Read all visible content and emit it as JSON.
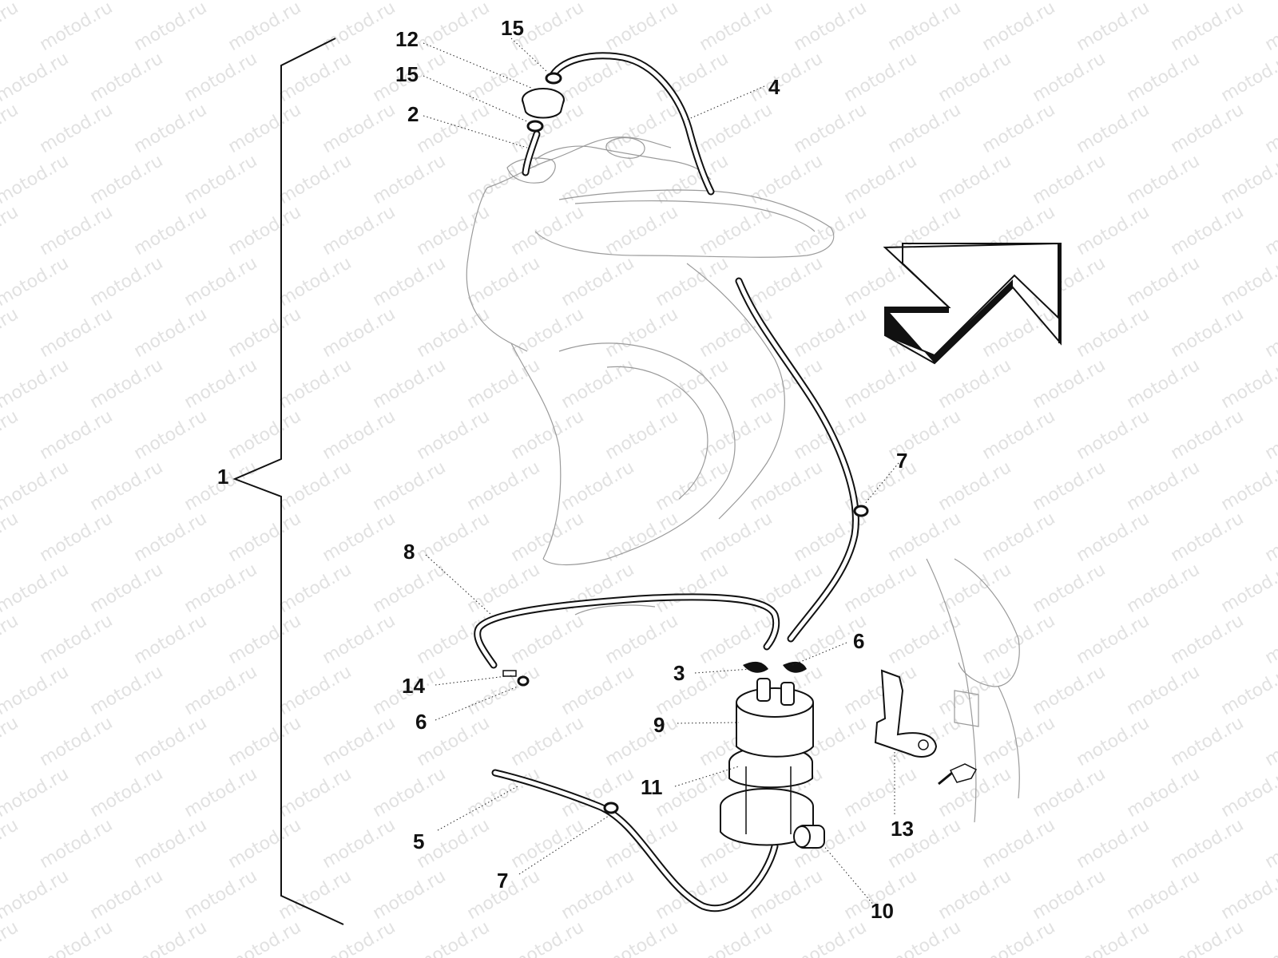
{
  "watermark": "motod.ru",
  "callouts": [
    {
      "id": "c12",
      "text": "12"
    },
    {
      "id": "c15a",
      "text": "15"
    },
    {
      "id": "c15b",
      "text": "15"
    },
    {
      "id": "c2",
      "text": "2"
    },
    {
      "id": "c4",
      "text": "4"
    },
    {
      "id": "c1",
      "text": "1"
    },
    {
      "id": "c7a",
      "text": "7"
    },
    {
      "id": "c8",
      "text": "8"
    },
    {
      "id": "c6a",
      "text": "6"
    },
    {
      "id": "c3",
      "text": "3"
    },
    {
      "id": "c14",
      "text": "14"
    },
    {
      "id": "c6b",
      "text": "6"
    },
    {
      "id": "c9",
      "text": "9"
    },
    {
      "id": "c11",
      "text": "11"
    },
    {
      "id": "c5",
      "text": "5"
    },
    {
      "id": "c13",
      "text": "13"
    },
    {
      "id": "c7b",
      "text": "7"
    },
    {
      "id": "c10",
      "text": "10"
    }
  ]
}
